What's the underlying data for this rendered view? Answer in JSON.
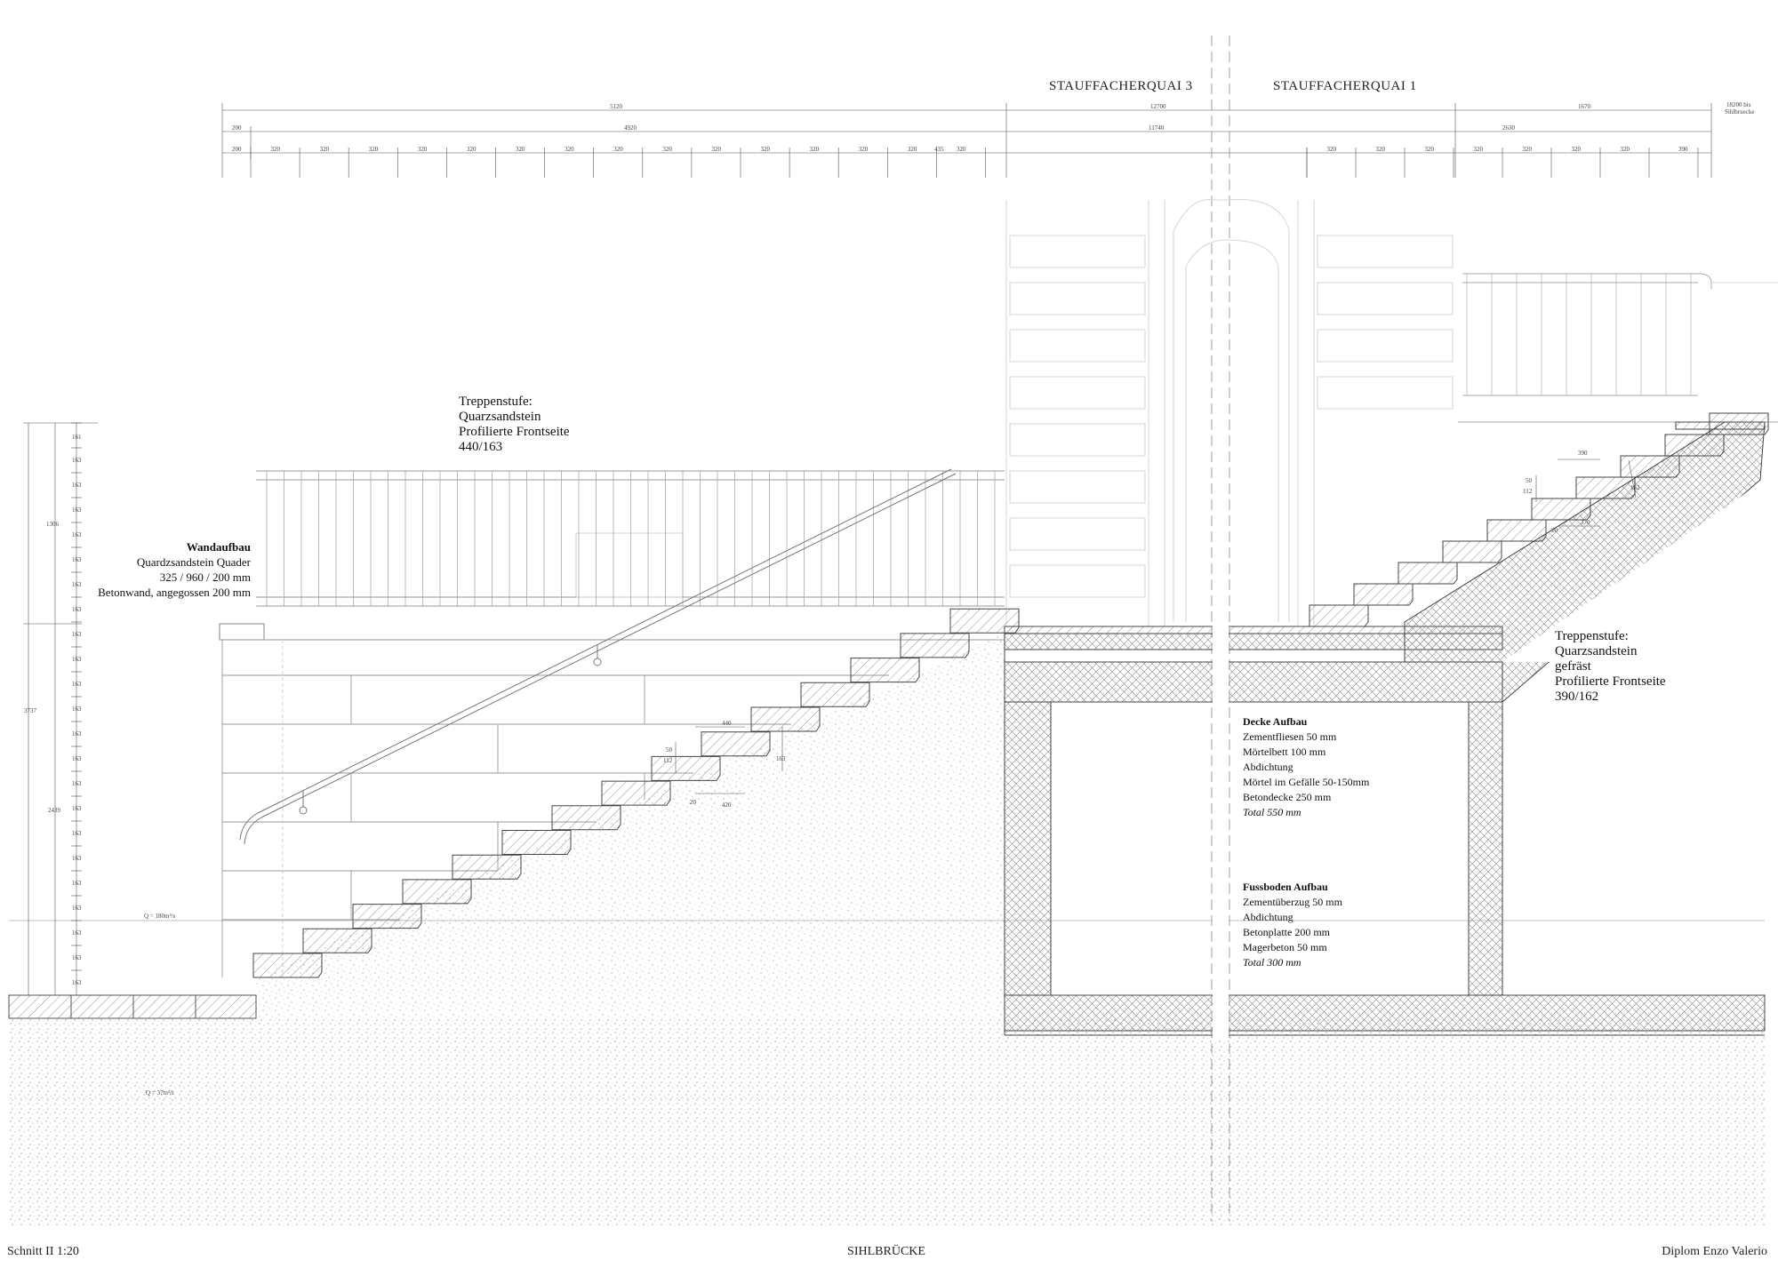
{
  "headers": {
    "left": "STAUFFACHERQUAI 3",
    "right": "STAUFFACHERQUAI 1"
  },
  "dimensions": {
    "top_row": {
      "left_total": "5120",
      "middle_total": "12700",
      "right_partial": "1670",
      "right_end_line1": "18200 bis",
      "right_end_line2": "Sihlbruecke"
    },
    "second_row": {
      "left_start": "200",
      "left_main": "4920",
      "middle": "11740",
      "right": "2630"
    },
    "third_row": {
      "left_start": "200",
      "left_repeat": "320",
      "left_end": "435",
      "right_repeat": "320",
      "right_end": "390"
    },
    "vertical": {
      "upper": "1306",
      "total": "3737",
      "lower": "2439",
      "step": "163",
      "top_step": "161"
    },
    "stair_left": {
      "tread": "440",
      "nosing": "50",
      "riser": "112",
      "height": "163",
      "gap": "20",
      "tread_b": "420"
    },
    "stair_right": {
      "tread": "390",
      "nosing": "50",
      "riser": "112",
      "height": "162",
      "gap": "20",
      "tread_b": "370"
    }
  },
  "water_levels": {
    "high": "Q = 180m³/s",
    "low": "Q = 37m³/s"
  },
  "labels": {
    "step_left": [
      "Treppenstufe:",
      "Quarzsandstein",
      "Profilierte Frontseite",
      "440/163"
    ],
    "wall": {
      "title": "Wandaufbau",
      "lines": [
        "Quardzsandstein Quader",
        "325 / 960 / 200 mm",
        "Betonwand, angegossen 200 mm"
      ]
    },
    "step_right": [
      "Treppenstufe:",
      "Quarzsandstein",
      "gefräst",
      "Profilierte Frontseite",
      "390/162"
    ],
    "ceiling": {
      "title": "Decke Aufbau",
      "lines": [
        "Zementfliesen  50 mm",
        "Mörtelbett 100 mm",
        "Abdichtung",
        "Mörtel im Gefälle 50-150mm",
        "Betondecke 250 mm"
      ],
      "total": "Total 550 mm"
    },
    "floor": {
      "title": "Fussboden Aufbau",
      "lines": [
        "Zementüberzug 50 mm",
        "Abdichtung",
        "Betonplatte 200 mm",
        "Magerbeton 50 mm"
      ],
      "total": "Total 300 mm"
    }
  },
  "footer": {
    "left": "Schnitt II 1:20",
    "center": "SIHLBRÜCKE",
    "right": "Diplom Enzo Valerio"
  }
}
